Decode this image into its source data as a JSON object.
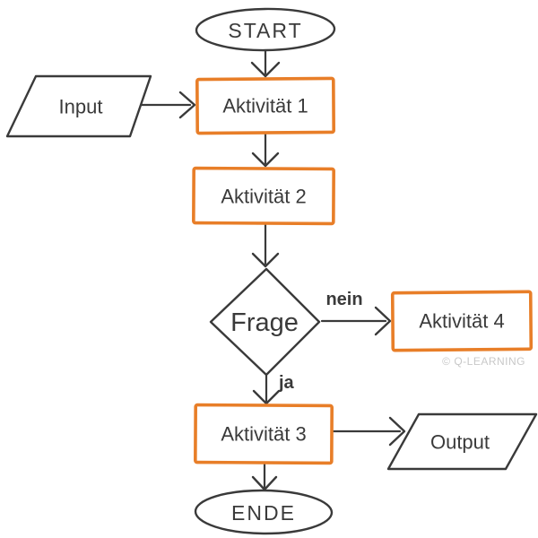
{
  "diagram": {
    "nodes": {
      "start": {
        "label": "START",
        "shape": "terminator"
      },
      "input": {
        "label": "Input",
        "shape": "data"
      },
      "aktivitaet1": {
        "label": "Aktivität 1",
        "shape": "process"
      },
      "aktivitaet2": {
        "label": "Aktivität 2",
        "shape": "process"
      },
      "frage": {
        "label": "Frage",
        "shape": "decision"
      },
      "aktivitaet4": {
        "label": "Aktivität 4",
        "shape": "process"
      },
      "aktivitaet3": {
        "label": "Aktivität 3",
        "shape": "process"
      },
      "output": {
        "label": "Output",
        "shape": "data"
      },
      "ende": {
        "label": "ENDE",
        "shape": "terminator"
      }
    },
    "edges": [
      {
        "from": "start",
        "to": "aktivitaet1",
        "label": ""
      },
      {
        "from": "input",
        "to": "aktivitaet1",
        "label": ""
      },
      {
        "from": "aktivitaet1",
        "to": "aktivitaet2",
        "label": ""
      },
      {
        "from": "aktivitaet2",
        "to": "frage",
        "label": ""
      },
      {
        "from": "frage",
        "to": "aktivitaet4",
        "label": "nein"
      },
      {
        "from": "frage",
        "to": "aktivitaet3",
        "label": "ja"
      },
      {
        "from": "aktivitaet3",
        "to": "output",
        "label": ""
      },
      {
        "from": "aktivitaet3",
        "to": "ende",
        "label": ""
      }
    ],
    "watermark": "© Q-LEARNING"
  },
  "colors": {
    "accent_orange": "#e87e28",
    "ink": "#3a3a3a",
    "watermark_gray": "#c8c8c8",
    "background": "#ffffff"
  }
}
